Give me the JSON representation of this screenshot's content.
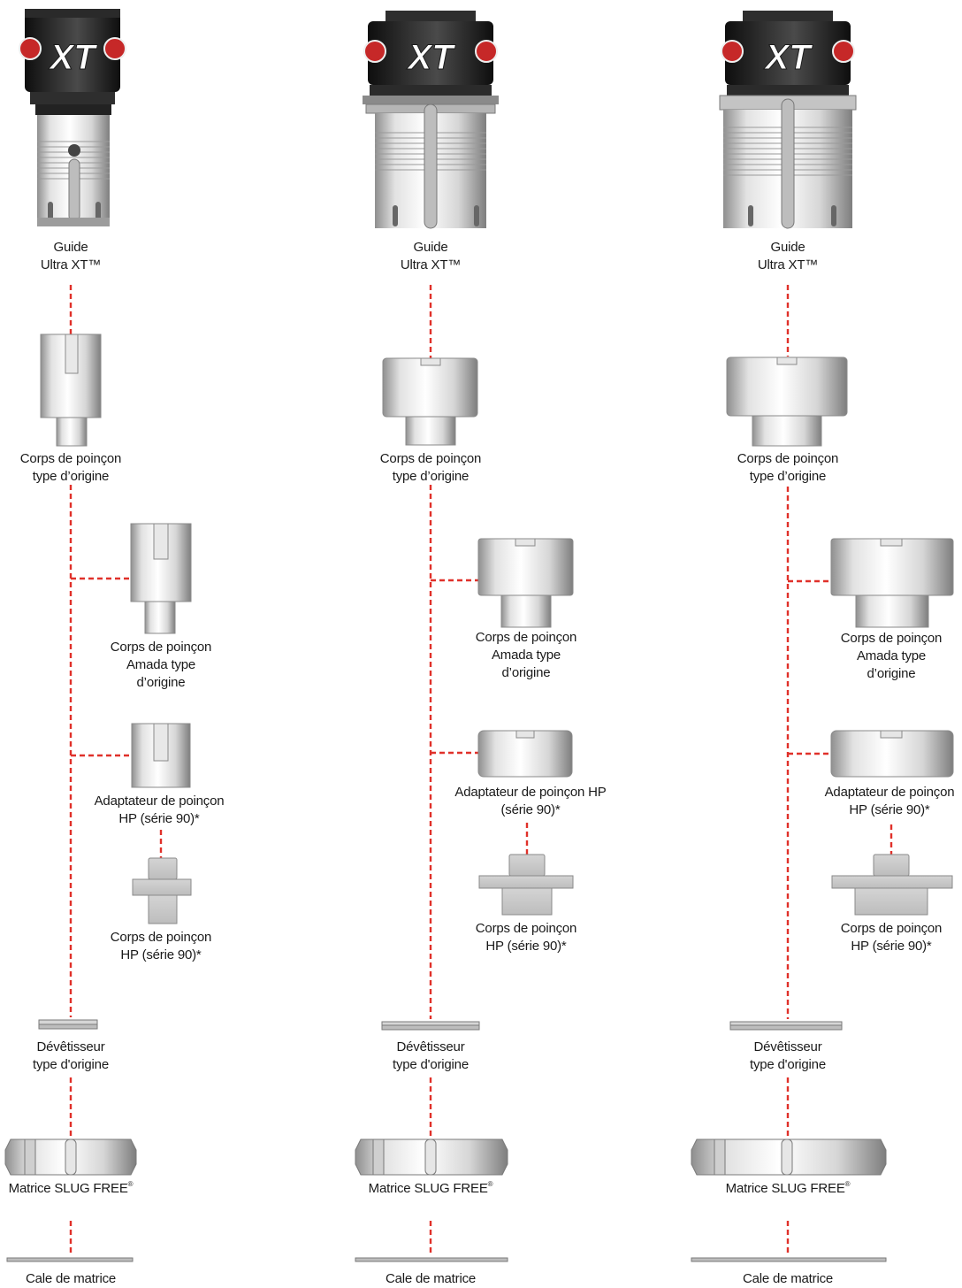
{
  "colors": {
    "connector": "#e0312a",
    "metal_light": "#f4f4f4",
    "metal_mid": "#c9c9c9",
    "metal_dark": "#8a8a8a",
    "cap_dark": "#1c1c1c",
    "text": "#1a1a1a"
  },
  "columns": [
    {
      "guide": {
        "line1": "Guide",
        "line2": "Ultra XT™",
        "logo": "XT"
      },
      "punch_body": {
        "line1": "Corps de poinçon",
        "line2": "type d’origine"
      },
      "amada_body": {
        "line1": "Corps de poinçon",
        "line2": "Amada type",
        "line3": "d’origine"
      },
      "hp_adapter": {
        "line1": "Adaptateur de poinçon",
        "line2": "HP (série 90)*"
      },
      "hp_body": {
        "line1": "Corps de poinçon",
        "line2": "HP (série 90)*"
      },
      "stripper": {
        "line1": "Dévêtisseur",
        "line2": "type d'origine"
      },
      "die": {
        "text": "Matrice SLUG FREE",
        "mark": "®"
      },
      "shim": {
        "text": "Cale de matrice"
      }
    },
    {
      "guide": {
        "line1": "Guide",
        "line2": "Ultra XT™",
        "logo": "XT"
      },
      "punch_body": {
        "line1": "Corps de poinçon",
        "line2": "type d’origine"
      },
      "amada_body": {
        "line1": "Corps de poinçon",
        "line2": "Amada type",
        "line3": "d’origine"
      },
      "hp_adapter": {
        "line1": "Adaptateur de poinçon HP",
        "line2": "(série 90)*"
      },
      "hp_body": {
        "line1": "Corps de poinçon",
        "line2": "HP (série 90)*"
      },
      "stripper": {
        "line1": "Dévêtisseur",
        "line2": "type d'origine"
      },
      "die": {
        "text": "Matrice SLUG FREE",
        "mark": "®"
      },
      "shim": {
        "text": "Cale de matrice"
      }
    },
    {
      "guide": {
        "line1": "Guide",
        "line2": "Ultra XT™",
        "logo": "XT"
      },
      "punch_body": {
        "line1": "Corps de poinçon",
        "line2": "type d’origine"
      },
      "amada_body": {
        "line1": "Corps de poinçon",
        "line2": "Amada type",
        "line3": "d’origine"
      },
      "hp_adapter": {
        "line1": "Adaptateur de poinçon",
        "line2": "HP (série 90)*"
      },
      "hp_body": {
        "line1": "Corps de poinçon",
        "line2": "HP (série 90)*"
      },
      "stripper": {
        "line1": "Dévêtisseur",
        "line2": "type d'origine"
      },
      "die": {
        "text": "Matrice SLUG FREE",
        "mark": "®"
      },
      "shim": {
        "text": "Cale de matrice"
      }
    }
  ]
}
